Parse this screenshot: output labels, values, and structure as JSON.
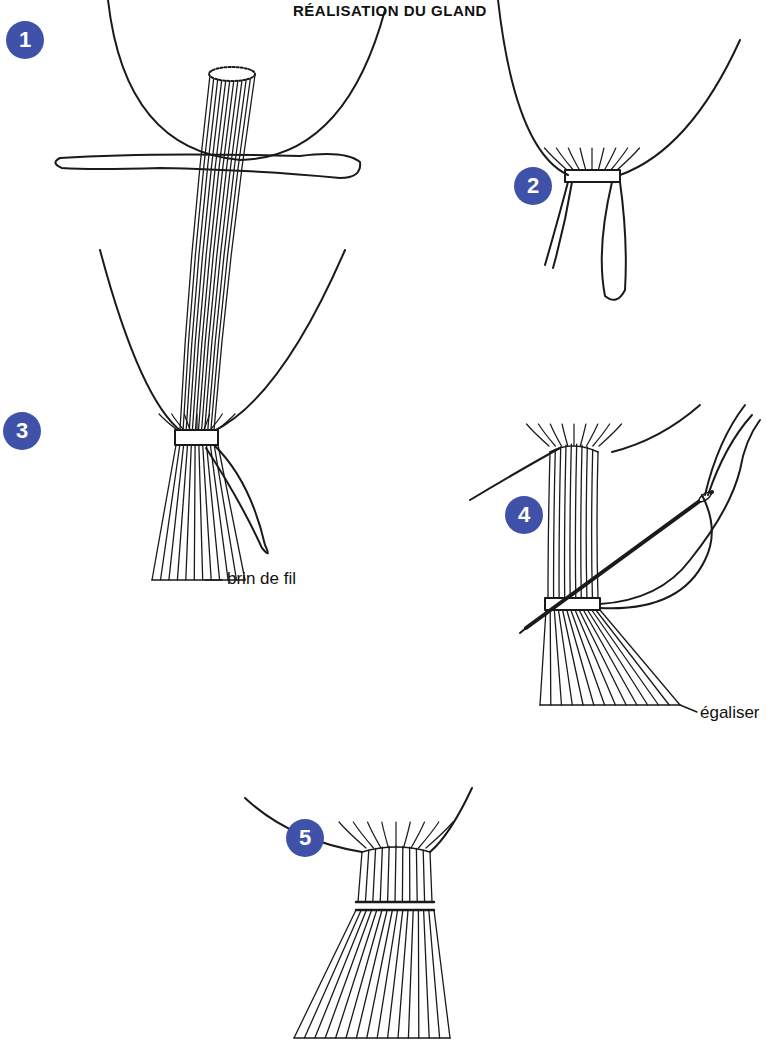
{
  "diagram": {
    "title": "RÉALISATION DU GLAND",
    "nodes": [
      {
        "text": [
          "1"
        ]
      },
      {
        "text": [
          "2"
        ]
      },
      {
        "text": [
          "3"
        ]
      },
      {
        "text": [
          "4"
        ]
      },
      {
        "text": [
          "5"
        ]
      }
    ],
    "labels": [
      "brin de fil",
      "égaliser"
    ]
  }
}
